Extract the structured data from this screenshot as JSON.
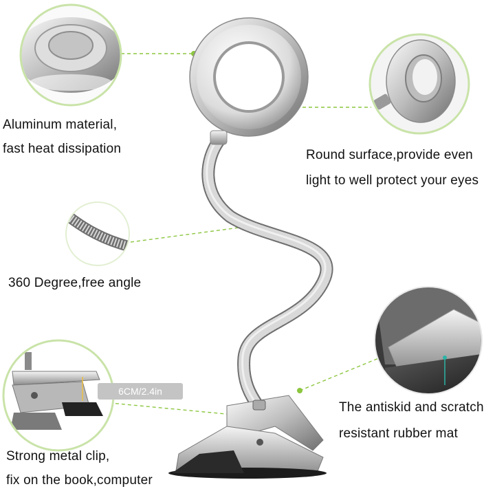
{
  "features": {
    "aluminum": {
      "line1": "Aluminum material,",
      "line2": "fast heat dissipation"
    },
    "round": {
      "line1": "Round surface,provide even",
      "line2": "light to well protect your eyes"
    },
    "angle": {
      "line1": "360 Degree,free angle"
    },
    "mat": {
      "line1": "The antiskid and scratch",
      "line2": "resistant rubber mat"
    },
    "clip": {
      "line1": "Strong metal clip,",
      "line2": "fix on the book,computer"
    }
  },
  "clip_opening_label": "6CM/2.4in",
  "colors": {
    "accent_green": "#8cc63f",
    "circle_border": "#c9e3a8",
    "metal_light": "#e8e8e8",
    "metal_dark": "#7a7a7a",
    "mat_teal": "#2bb3a6"
  }
}
